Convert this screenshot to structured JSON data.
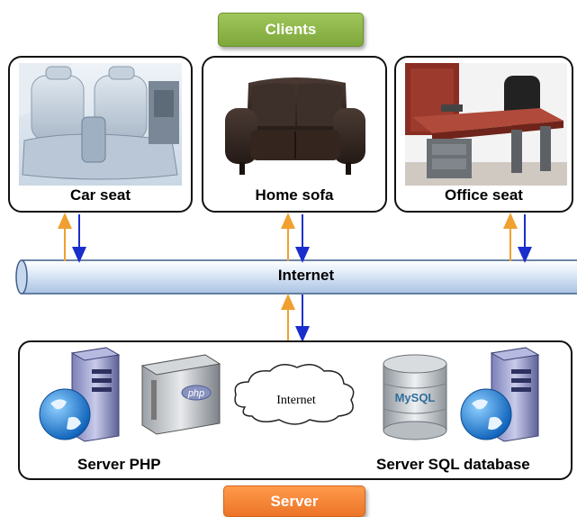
{
  "banners": {
    "clients": "Clients",
    "server": "Server"
  },
  "clients": [
    {
      "label": "Car seat"
    },
    {
      "label": "Home sofa"
    },
    {
      "label": "Office seat"
    }
  ],
  "network": {
    "pipe_label": "Internet",
    "cloud_label": "Internet"
  },
  "server": {
    "php_label": "Server PHP",
    "sql_label": "Server SQL database",
    "php_icon_text": "php",
    "mysql_icon_text": "MySQL"
  },
  "colors": {
    "upload_arrow": "#f0a030",
    "download_arrow": "#1a2ecc",
    "pipe_fill": "#cfe0f5"
  }
}
